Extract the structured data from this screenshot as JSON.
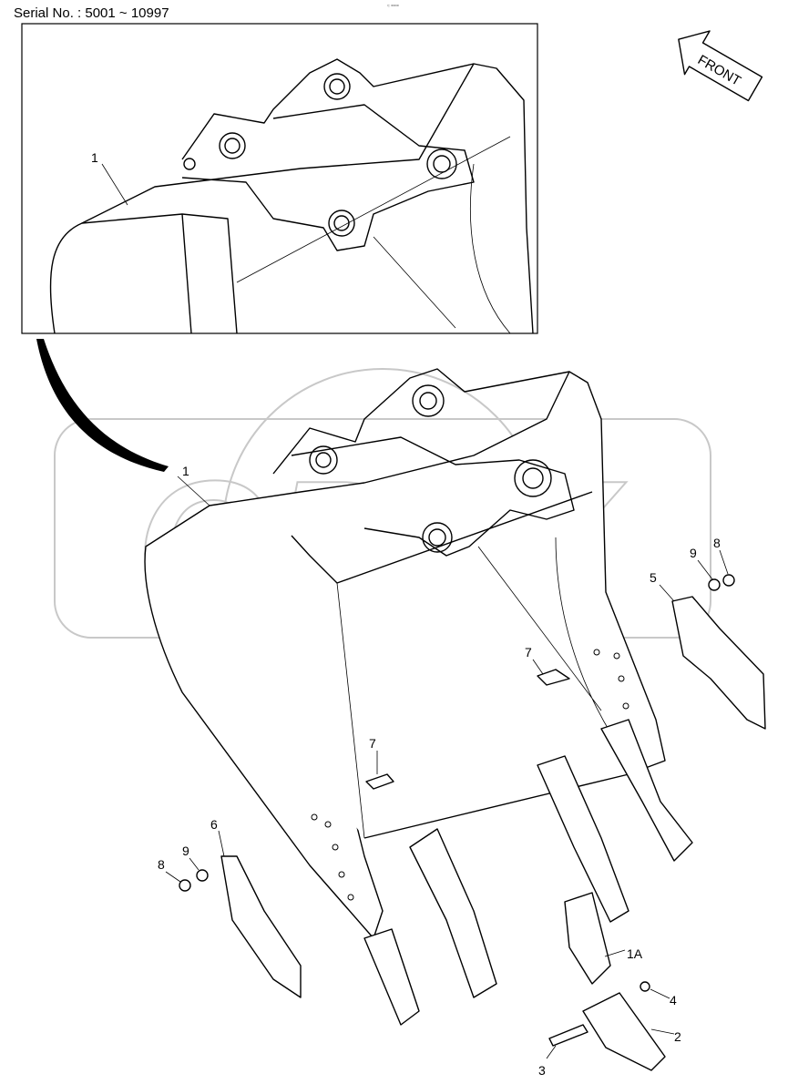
{
  "header": {
    "serial": "Serial No. : 5001 ~ 10997",
    "small_mark": "≈ ==="
  },
  "front_arrow": {
    "label": "FRONT"
  },
  "watermark": {
    "text": "OPEX",
    "color": "#c8c8c8"
  },
  "callouts": {
    "inset_1": "1",
    "main_1": "1",
    "c9a": "9",
    "c8a": "8",
    "c5": "5",
    "c7a": "7",
    "c7b": "7",
    "c6": "6",
    "c9b": "9",
    "c8b": "8",
    "c1A": "1A",
    "c4": "4",
    "c2": "2",
    "c3": "3"
  }
}
